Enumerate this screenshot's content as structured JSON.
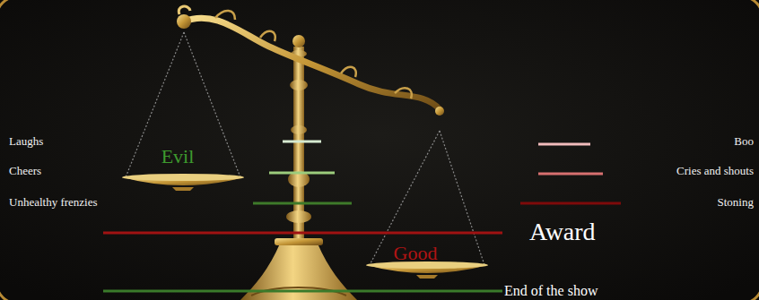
{
  "diagram": {
    "labels": [
      "Laughs",
      "Boo",
      "Cheers",
      "Evil",
      "Cries and shouts",
      "Unhealthy frenzies",
      "Stoning",
      "Award",
      "Good",
      "End of the show"
    ]
  }
}
